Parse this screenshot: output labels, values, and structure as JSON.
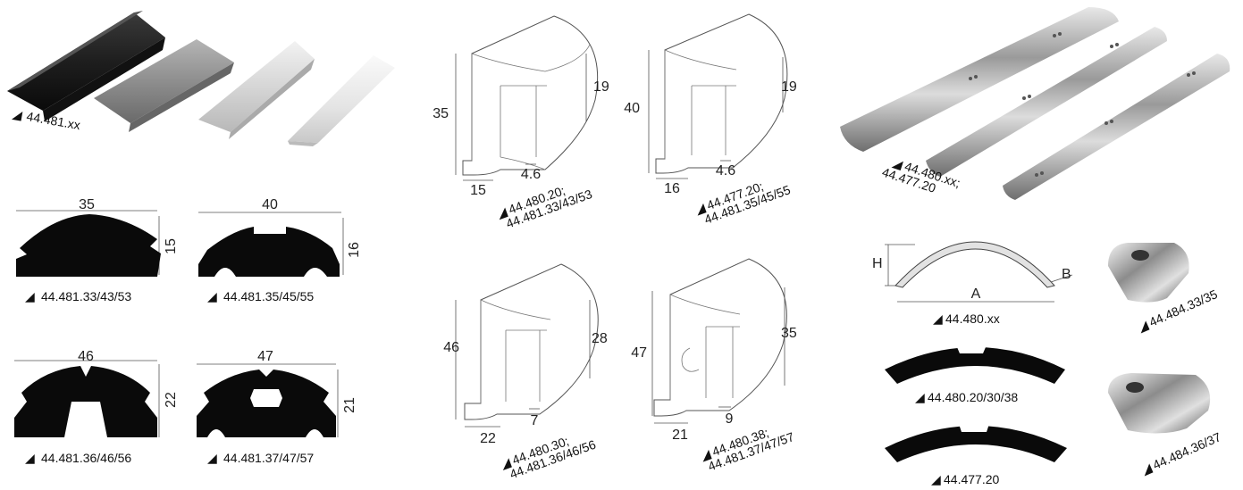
{
  "photo": {
    "label": "44.481.xx"
  },
  "profiles": [
    {
      "width": "35",
      "height": "15",
      "label": "44.481.33/43/53"
    },
    {
      "width": "40",
      "height": "16",
      "label": "44.481.35/45/55"
    },
    {
      "width": "46",
      "height": "22",
      "label": "44.481.36/46/56"
    },
    {
      "width": "47",
      "height": "21",
      "label": "44.481.37/47/57"
    }
  ],
  "drawings": [
    {
      "height": "35",
      "lip": "19",
      "width": "15",
      "gap": "4.6",
      "label1": "44.480.20;",
      "label2": "44.481.33/43/53"
    },
    {
      "height": "40",
      "lip": "19",
      "width": "16",
      "gap": "4.6",
      "label1": "44.477.20;",
      "label2": "44.481.35/45/55"
    },
    {
      "height": "46",
      "lip": "28",
      "width": "22",
      "gap": "7",
      "label1": "44.480.30;",
      "label2": "44.481.36/46/56"
    },
    {
      "height": "47",
      "lip": "35",
      "width": "21",
      "gap": "9",
      "label1": "44.480.38;",
      "label2": "44.481.37/47/57"
    }
  ],
  "steel": {
    "label1": "44.480.xx;",
    "label2": "44.477.20",
    "arc": {
      "h": "H",
      "a": "A",
      "b": "B",
      "label": "44.480.xx"
    },
    "arc2_label": "44.480.20/30/38",
    "arc3_label": "44.477.20",
    "end1_label": "44.484.33/35",
    "end2_label": "44.484.36/37"
  }
}
